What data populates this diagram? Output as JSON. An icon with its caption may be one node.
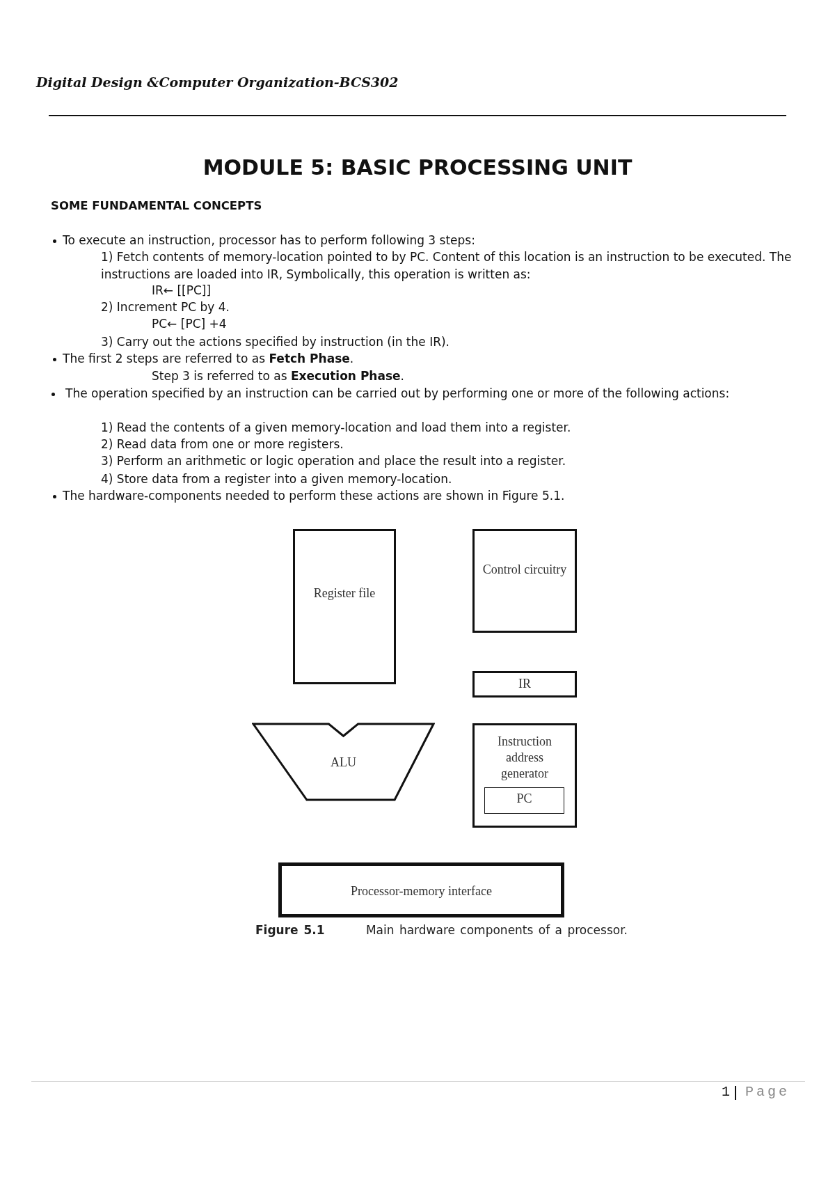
{
  "diagram": {
    "title": "MODULE 5: BASIC PROCESSING UNIT",
    "caption": "**Figure 5.1** Main hardware components of a processor.",
    "nodes": [
      {
        "text": [
          "Register file"
        ]
      },
      {
        "text": [
          "Control circuitry"
        ]
      },
      {
        "text": [
          "IR"
        ]
      },
      {
        "text": [
          "ALU"
        ]
      },
      {
        "text": [
          "Instruction address generator"
        ]
      },
      {
        "text": [
          "PC"
        ],
        "in": 4
      },
      {
        "text": [
          "Processor-memory interface"
        ]
      }
    ],
    "edges": [],
    "labels": [
      "Digital Design &Computer Organization-BCS302",
      "SOME FUNDAMENTAL CONCEPTS",
      "To execute an instruction, processor has to perform following 3 steps:",
      "1) Fetch contents of memory-location pointed to by PC. Content of this location is an instruction to be executed. The instructions are loaded into IR, Symbolically, this operation is written as:",
      "IR← [[PC]]",
      "2) Increment PC by 4.",
      "PC← [PC] +4",
      "3) Carry out the actions specified by instruction (in the IR).",
      "The first 2 steps are referred to as **Fetch Phase**.",
      "Step 3 is referred to as **Execution Phase**.",
      "The operation specified by an instruction can be carried out by performing one or more of the following actions:",
      "1) Read the contents of a given memory-location and load them into a register.",
      "2) Read data from one or more registers.",
      "3) Perform an arithmetic or logic operation and place the result into a register.",
      "4) Store data from a register into a given memory-location.",
      "The hardware-components needed to perform these actions are shown in Figure 5.1.",
      "1",
      "Page"
    ]
  }
}
